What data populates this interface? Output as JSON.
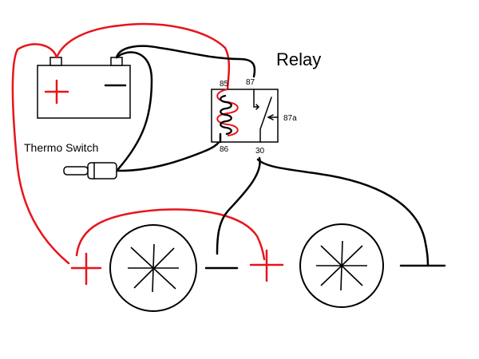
{
  "labels": {
    "relay": "Relay",
    "thermo_switch": "Thermo Switch",
    "pin_85": "85",
    "pin_87": "87",
    "pin_87a": "87a",
    "pin_86": "86",
    "pin_30": "30"
  },
  "colors": {
    "positive_wire": "#e8141c",
    "ground_wire": "#000000",
    "background": "#ffffff"
  },
  "icons": [
    "battery-icon",
    "relay-icon",
    "thermo-switch-icon",
    "fan-icon"
  ]
}
